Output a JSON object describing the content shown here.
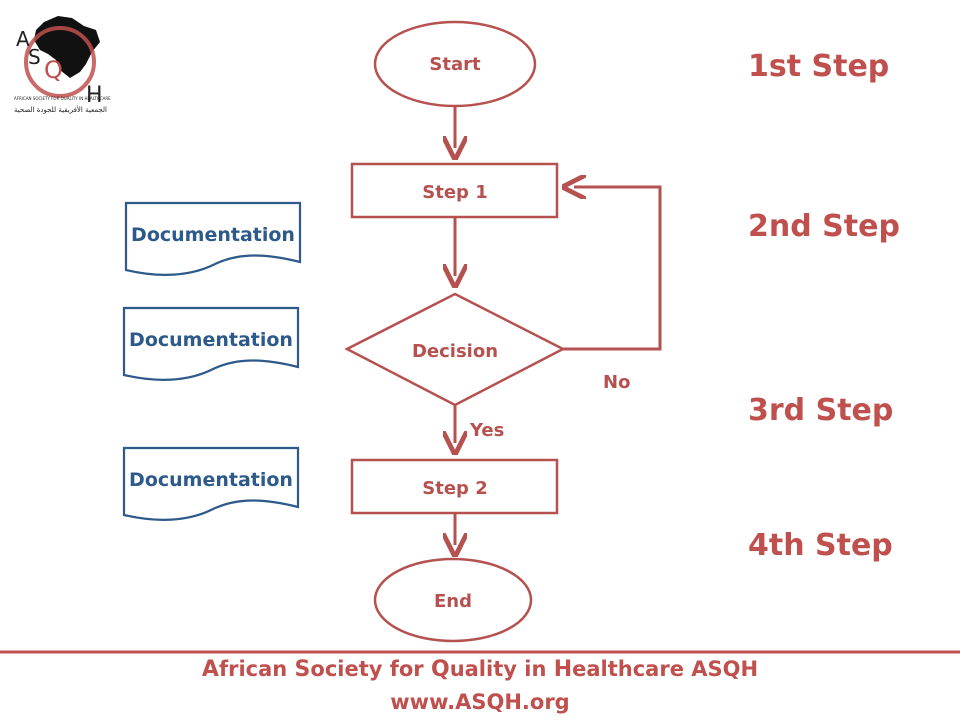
{
  "logo": {
    "letters": [
      "A",
      "S",
      "Q",
      "H"
    ],
    "subtitle_en": "AFRICAN SOCIETY FOR QUALITY IN HEALTHCARE",
    "subtitle_ar": "الجمعية الأفريقية للجودة الصحية"
  },
  "flowchart": {
    "start": "Start",
    "step1": "Step 1",
    "decision": "Decision",
    "step2": "Step 2",
    "end": "End",
    "yes": "Yes",
    "no": "No"
  },
  "documentation": [
    "Documentation",
    "Documentation",
    "Documentation"
  ],
  "steps": [
    "1st Step",
    "2nd Step",
    "3rd Step",
    "4th Step"
  ],
  "footer": {
    "line1_parts": [
      {
        "cap": "A",
        "rest": "frican "
      },
      {
        "cap": "S",
        "rest": "ociety for "
      },
      {
        "cap": "Q",
        "rest": "uality in "
      },
      {
        "cap": "H",
        "rest": "ealthcare ASQH"
      }
    ],
    "line2": "www.ASQH.org"
  },
  "colors": {
    "flow": "#b5514f",
    "doc": "#2d5a8a",
    "accent": "#c0504d"
  }
}
